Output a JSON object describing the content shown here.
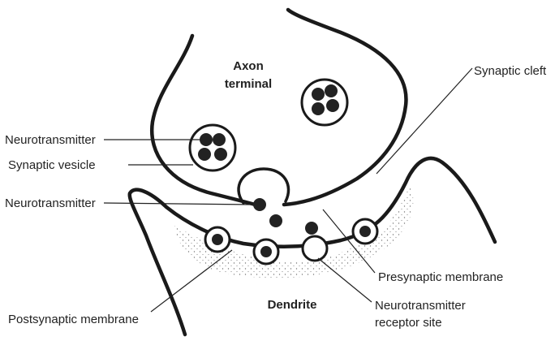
{
  "labels": {
    "axon_terminal_line1": "Axon",
    "axon_terminal_line2": "terminal",
    "synaptic_cleft": "Synaptic cleft",
    "neurotransmitter_top": "Neurotransmitter",
    "synaptic_vesicle": "Synaptic vesicle",
    "neurotransmitter_mid": "Neurotransmitter",
    "presynaptic_membrane": "Presynaptic membrane",
    "dendrite": "Dendrite",
    "receptor_site_line1": "Neurotransmitter",
    "receptor_site_line2": "receptor site",
    "postsynaptic_membrane": "Postsynaptic membrane"
  }
}
